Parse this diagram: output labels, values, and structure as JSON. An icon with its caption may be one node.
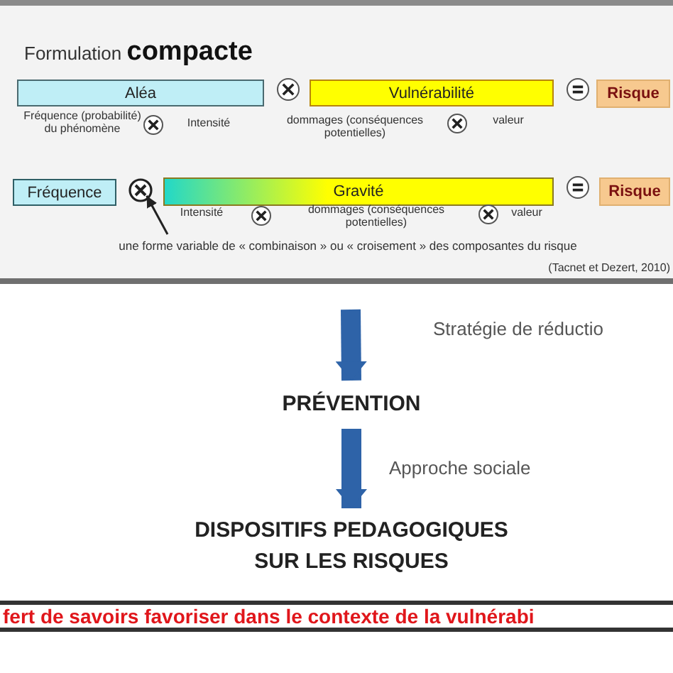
{
  "diagram": {
    "nodes": [
      {
        "text": [
          "Formulation **compacte**"
        ]
      },
      {
        "text": [
          "Aléa"
        ],
        "in": 0
      },
      {
        "text": [
          "Vulnérabilité"
        ],
        "in": 0
      },
      {
        "text": [
          "Risque"
        ],
        "in": 0
      },
      {
        "text": [
          "Fréquence"
        ],
        "in": 0
      },
      {
        "text": [
          "Gravité"
        ],
        "in": 0
      },
      {
        "text": [
          "Risque"
        ],
        "in": 0
      },
      {
        "text": [],
        "shape": "circle",
        "in": 0
      },
      {
        "text": [
          "une forme variable de « combinaison » ou « croisement » des composantes du risque"
        ],
        "in": 0
      },
      {
        "text": [
          "PRÉVENTION"
        ]
      },
      {
        "text": [
          "DISPOSITIFS PEDAGOGIQUES SUR LES RISQUES"
        ]
      },
      {
        "text": [
          "fert de savoirs favoriser dans le contexte de la vulnérabi"
        ]
      }
    ],
    "edges": [
      {
        "from": null,
        "to": 9,
        "arrow": "to",
        "label": "Stratégie de réductio"
      },
      {
        "from": 9,
        "to": 10,
        "arrow": "to",
        "label": "Approche sociale"
      },
      {
        "from": 8,
        "to": 7,
        "arrow": "to",
        "color": "#222222"
      }
    ],
    "labels": [
      "Fréquence (probabilité) du phénomène",
      "Intensité",
      "dommages (conséquences potentielles)",
      "valeur",
      "Intensité",
      "dommages (conséquences potentielles)",
      "valeur",
      "(Tacnet et Dezert, 2010)"
    ]
  }
}
